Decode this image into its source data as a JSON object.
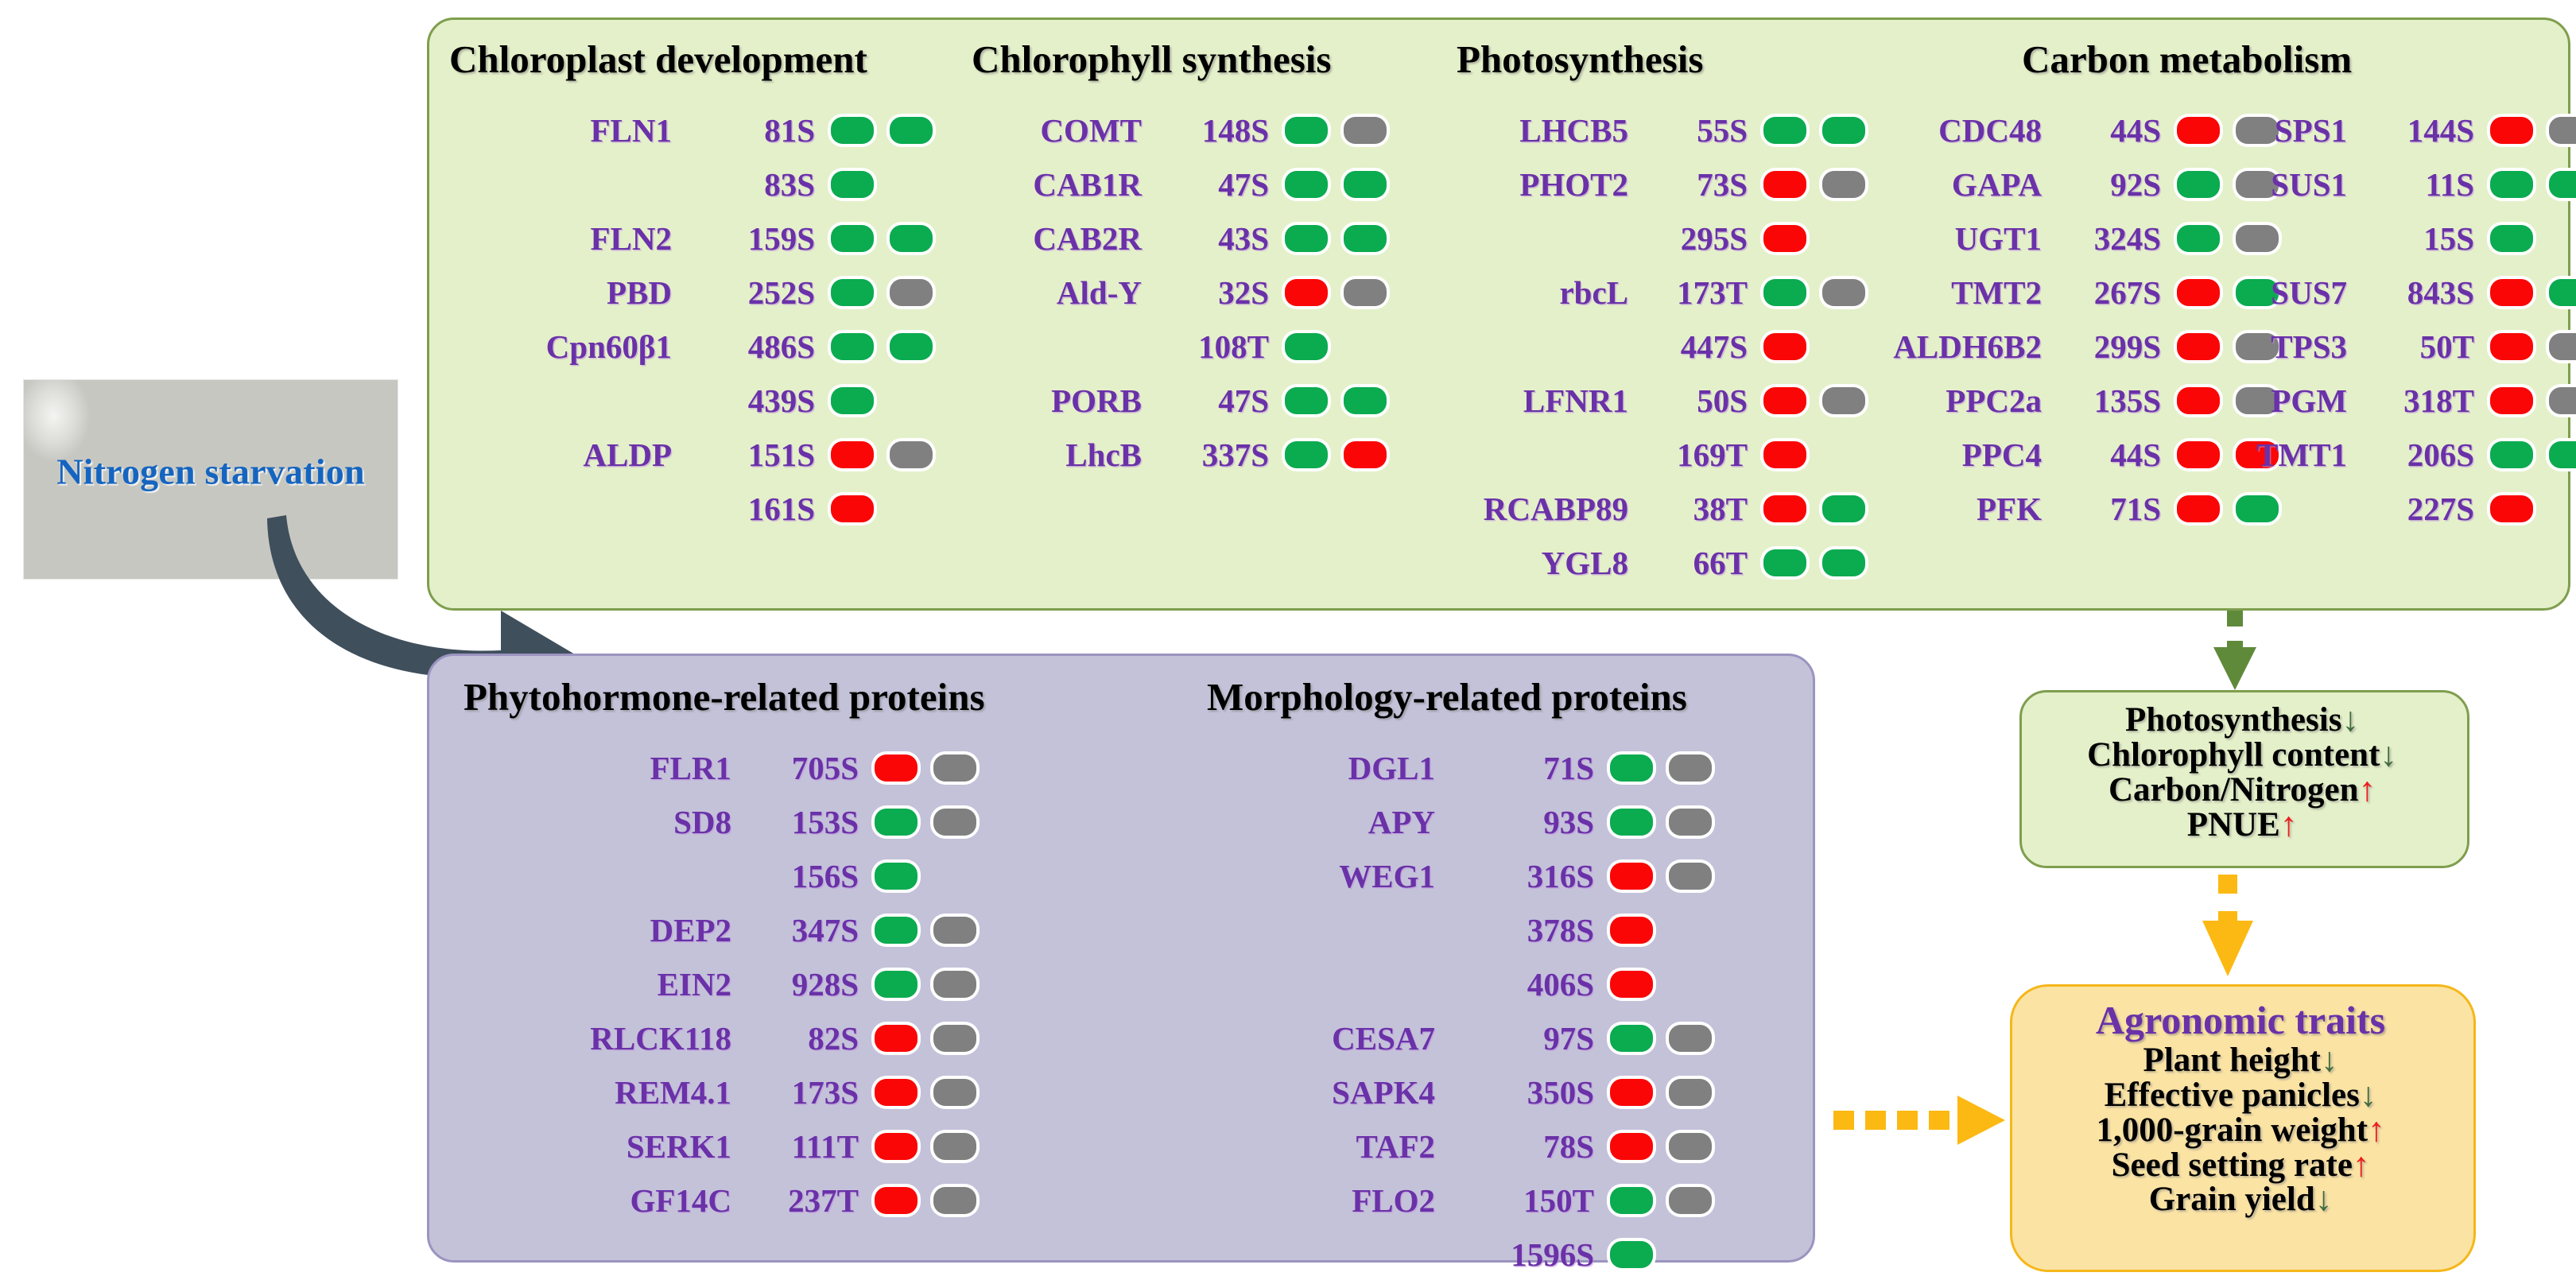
{
  "stimulus": {
    "caption": "Nitrogen starvation",
    "image_name": "urea-granules-photo"
  },
  "legend_colors": {
    "green": "#0bab50",
    "red": "#fb0606",
    "grey": "#808080",
    "protein_text": "#6a31a8",
    "green_panel_bg": "#e4f0c9",
    "green_panel_border": "#7f9e4e",
    "purple_panel_bg": "#c4c2d9",
    "purple_panel_border": "#9b94c0",
    "traits_panel_bg": "#fbe3a4",
    "traits_panel_border": "#f5b719",
    "caption_blue": "#1565c0",
    "up_arrow_red": "#ee1c1c",
    "down_arrow_green": "#3f6b3f"
  },
  "green_panel": {
    "groups": [
      {
        "title": "Chloroplast development",
        "rows": [
          {
            "name": "FLN1",
            "site": "81S",
            "marks": [
              "green",
              "green"
            ]
          },
          {
            "name": "",
            "site": "83S",
            "marks": [
              "green",
              "none"
            ]
          },
          {
            "name": "FLN2",
            "site": "159S",
            "marks": [
              "green",
              "green"
            ]
          },
          {
            "name": "PBD",
            "site": "252S",
            "marks": [
              "green",
              "grey"
            ]
          },
          {
            "name": "Cpn60β1",
            "site": "486S",
            "marks": [
              "green",
              "green"
            ]
          },
          {
            "name": "",
            "site": "439S",
            "marks": [
              "green",
              "none"
            ]
          },
          {
            "name": "ALDP",
            "site": "151S",
            "marks": [
              "red",
              "grey"
            ]
          },
          {
            "name": "",
            "site": "161S",
            "marks": [
              "red",
              "none"
            ]
          }
        ]
      },
      {
        "title": "Chlorophyll synthesis",
        "rows": [
          {
            "name": "COMT",
            "site": "148S",
            "marks": [
              "green",
              "grey"
            ]
          },
          {
            "name": "CAB1R",
            "site": "47S",
            "marks": [
              "green",
              "green"
            ]
          },
          {
            "name": "CAB2R",
            "site": "43S",
            "marks": [
              "green",
              "green"
            ]
          },
          {
            "name": "Ald-Y",
            "site": "32S",
            "marks": [
              "red",
              "grey"
            ]
          },
          {
            "name": "",
            "site": "108T",
            "marks": [
              "green",
              "none"
            ]
          },
          {
            "name": "PORB",
            "site": "47S",
            "marks": [
              "green",
              "green"
            ]
          },
          {
            "name": "LhcB",
            "site": "337S",
            "marks": [
              "green",
              "red"
            ]
          }
        ]
      },
      {
        "title": "Photosynthesis",
        "rows": [
          {
            "name": "LHCB5",
            "site": "55S",
            "marks": [
              "green",
              "green"
            ]
          },
          {
            "name": "PHOT2",
            "site": "73S",
            "marks": [
              "red",
              "grey"
            ]
          },
          {
            "name": "",
            "site": "295S",
            "marks": [
              "red",
              "none"
            ]
          },
          {
            "name": "rbcL",
            "site": "173T",
            "marks": [
              "green",
              "grey"
            ]
          },
          {
            "name": "",
            "site": "447S",
            "marks": [
              "red",
              "none"
            ]
          },
          {
            "name": "LFNR1",
            "site": "50S",
            "marks": [
              "red",
              "grey"
            ]
          },
          {
            "name": "",
            "site": "169T",
            "marks": [
              "red",
              "none"
            ]
          },
          {
            "name": "RCABP89",
            "site": "38T",
            "marks": [
              "red",
              "green"
            ]
          },
          {
            "name": "YGL8",
            "site": "66T",
            "marks": [
              "green",
              "green"
            ]
          }
        ]
      },
      {
        "title": "Carbon metabolism",
        "rows_left": [
          {
            "name": "CDC48",
            "site": "44S",
            "marks": [
              "red",
              "grey"
            ]
          },
          {
            "name": "GAPA",
            "site": "92S",
            "marks": [
              "green",
              "grey"
            ]
          },
          {
            "name": "UGT1",
            "site": "324S",
            "marks": [
              "green",
              "grey"
            ]
          },
          {
            "name": "TMT2",
            "site": "267S",
            "marks": [
              "red",
              "green"
            ]
          },
          {
            "name": "ALDH6B2",
            "site": "299S",
            "marks": [
              "red",
              "grey"
            ]
          },
          {
            "name": "PPC2a",
            "site": "135S",
            "marks": [
              "red",
              "grey"
            ]
          },
          {
            "name": "PPC4",
            "site": "44S",
            "marks": [
              "red",
              "red"
            ]
          },
          {
            "name": "PFK",
            "site": "71S",
            "marks": [
              "red",
              "green"
            ]
          }
        ],
        "rows_right": [
          {
            "name": "SPS1",
            "site": "144S",
            "marks": [
              "red",
              "grey"
            ]
          },
          {
            "name": "SUS1",
            "site": "11S",
            "marks": [
              "green",
              "green"
            ]
          },
          {
            "name": "",
            "site": "15S",
            "marks": [
              "green",
              "none"
            ]
          },
          {
            "name": "SUS7",
            "site": "843S",
            "marks": [
              "red",
              "green"
            ]
          },
          {
            "name": "TPS3",
            "site": "50T",
            "marks": [
              "red",
              "grey"
            ]
          },
          {
            "name": "PGM",
            "site": "318T",
            "marks": [
              "red",
              "grey"
            ]
          },
          {
            "name": "TMT1",
            "site": "206S",
            "marks": [
              "green",
              "green"
            ]
          },
          {
            "name": "",
            "site": "227S",
            "marks": [
              "red",
              "none"
            ]
          }
        ]
      }
    ]
  },
  "purple_panel": {
    "groups": [
      {
        "title": "Phytohormone-related proteins",
        "rows": [
          {
            "name": "FLR1",
            "site": "705S",
            "marks": [
              "red",
              "grey"
            ]
          },
          {
            "name": "SD8",
            "site": "153S",
            "marks": [
              "green",
              "grey"
            ]
          },
          {
            "name": "",
            "site": "156S",
            "marks": [
              "green",
              "none"
            ]
          },
          {
            "name": "DEP2",
            "site": "347S",
            "marks": [
              "green",
              "grey"
            ]
          },
          {
            "name": "EIN2",
            "site": "928S",
            "marks": [
              "green",
              "grey"
            ]
          },
          {
            "name": "RLCK118",
            "site": "82S",
            "marks": [
              "red",
              "grey"
            ]
          },
          {
            "name": "REM4.1",
            "site": "173S",
            "marks": [
              "red",
              "grey"
            ]
          },
          {
            "name": "SERK1",
            "site": "111T",
            "marks": [
              "red",
              "grey"
            ]
          },
          {
            "name": "GF14C",
            "site": "237T",
            "marks": [
              "red",
              "grey"
            ]
          }
        ]
      },
      {
        "title": "Morphology-related proteins",
        "rows": [
          {
            "name": "DGL1",
            "site": "71S",
            "marks": [
              "green",
              "grey"
            ]
          },
          {
            "name": "APY",
            "site": "93S",
            "marks": [
              "green",
              "grey"
            ]
          },
          {
            "name": "WEG1",
            "site": "316S",
            "marks": [
              "red",
              "grey"
            ]
          },
          {
            "name": "",
            "site": "378S",
            "marks": [
              "red",
              "none"
            ]
          },
          {
            "name": "",
            "site": "406S",
            "marks": [
              "red",
              "none"
            ]
          },
          {
            "name": "CESA7",
            "site": "97S",
            "marks": [
              "green",
              "grey"
            ]
          },
          {
            "name": "SAPK4",
            "site": "350S",
            "marks": [
              "red",
              "grey"
            ]
          },
          {
            "name": "TAF2",
            "site": "78S",
            "marks": [
              "red",
              "grey"
            ]
          },
          {
            "name": "FLO2",
            "site": "150T",
            "marks": [
              "green",
              "grey"
            ]
          },
          {
            "name": "",
            "site": "1596S",
            "marks": [
              "green",
              "none"
            ]
          }
        ]
      }
    ]
  },
  "outcome_panel": {
    "lines": [
      {
        "text": "Photosynthesis",
        "trend": "down"
      },
      {
        "text": "Chlorophyll content",
        "trend": "down"
      },
      {
        "text": "Carbon/Nitrogen",
        "trend": "up"
      },
      {
        "text": "PNUE",
        "trend": "up"
      }
    ]
  },
  "traits_panel": {
    "title": "Agronomic traits",
    "lines": [
      {
        "text": "Plant height",
        "trend": "down"
      },
      {
        "text": "Effective panicles",
        "trend": "down"
      },
      {
        "text": "1,000-grain weight",
        "trend": "up"
      },
      {
        "text": "Seed setting rate",
        "trend": "up"
      },
      {
        "text": "Grain yield",
        "trend": "down"
      }
    ]
  },
  "connectors": {
    "stimulus_arrow": "curved-grey-arrow",
    "green_to_outcome": "green-dashed-down-arrow",
    "outcome_to_traits": "orange-dashed-down-arrow",
    "purple_to_traits": "orange-dashed-right-arrow"
  },
  "glyphs": {
    "up": "↑",
    "down": "↓"
  }
}
